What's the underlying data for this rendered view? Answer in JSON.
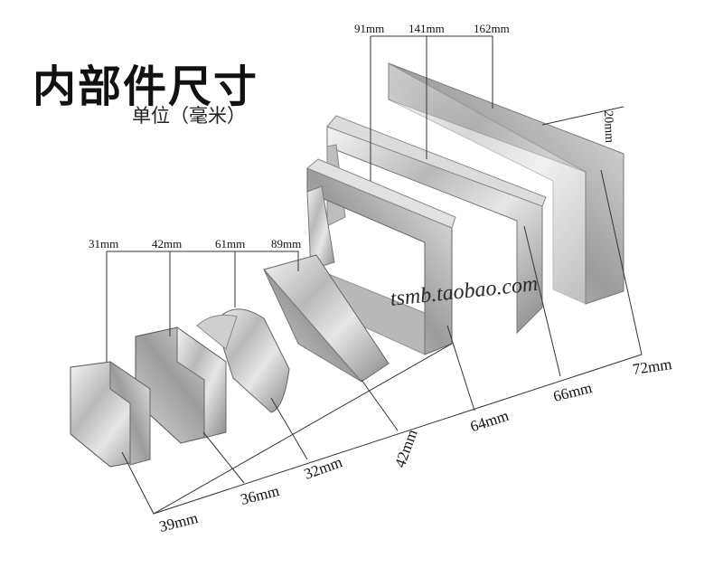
{
  "title": "内部件尺寸",
  "subtitle": "单位（毫米）",
  "watermark": "tsmb.taobao.com",
  "top_labels": [
    "31mm",
    "42mm",
    "61mm",
    "89mm",
    "91mm",
    "141mm",
    "162mm"
  ],
  "bottom_labels": [
    "39mm",
    "36mm",
    "32mm",
    "42mm",
    "64mm",
    "66mm",
    "72mm"
  ],
  "height_label": "20mm"
}
